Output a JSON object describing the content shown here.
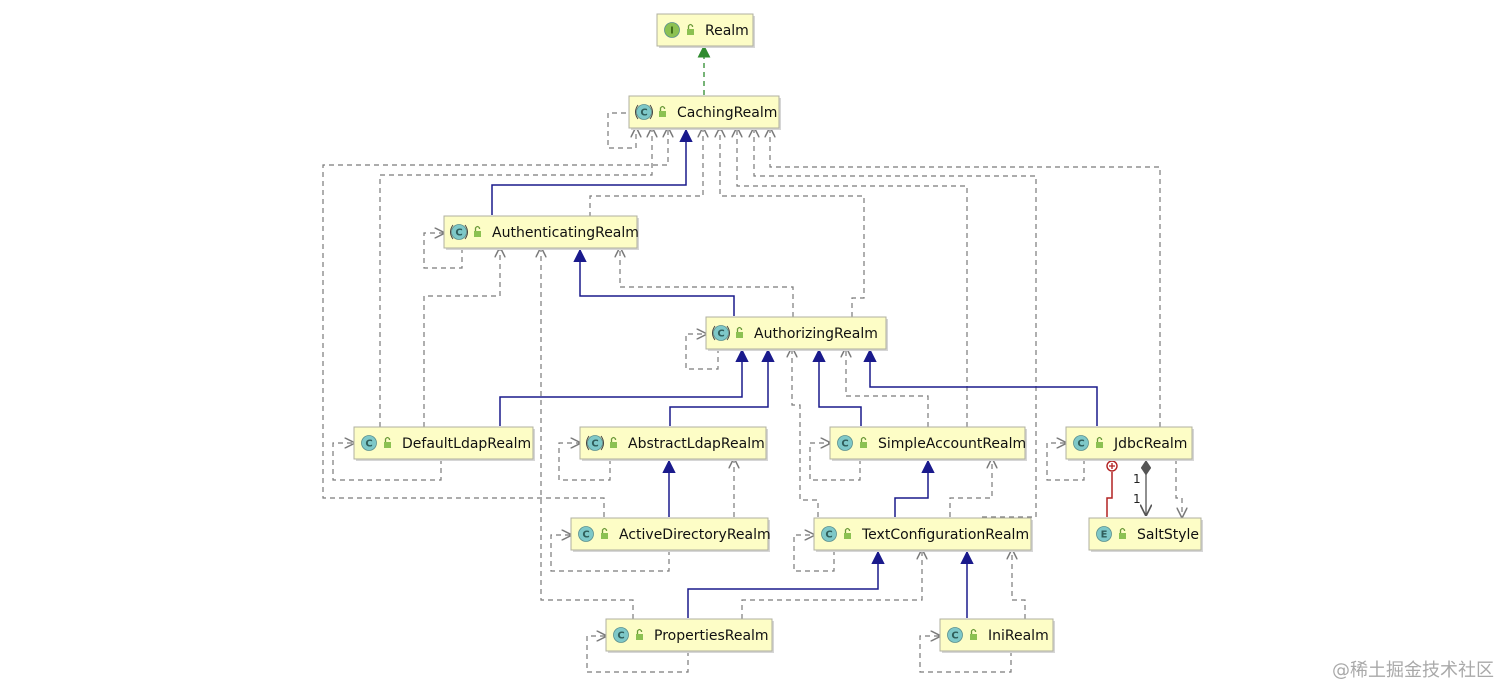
{
  "nodes": [
    {
      "id": "realm",
      "kind": "I",
      "label": "Realm"
    },
    {
      "id": "caching",
      "kind": "C",
      "abstract": true,
      "label": "CachingRealm"
    },
    {
      "id": "authenticating",
      "kind": "C",
      "abstract": true,
      "label": "AuthenticatingRealm"
    },
    {
      "id": "authorizing",
      "kind": "C",
      "abstract": true,
      "label": "AuthorizingRealm"
    },
    {
      "id": "defaultldap",
      "kind": "C",
      "abstract": false,
      "label": "DefaultLdapRealm"
    },
    {
      "id": "abstractldap",
      "kind": "C",
      "abstract": true,
      "label": "AbstractLdapRealm"
    },
    {
      "id": "simpleaccount",
      "kind": "C",
      "abstract": false,
      "label": "SimpleAccountRealm"
    },
    {
      "id": "jdbc",
      "kind": "C",
      "abstract": false,
      "label": "JdbcRealm"
    },
    {
      "id": "activedirectory",
      "kind": "C",
      "abstract": false,
      "label": "ActiveDirectoryRealm"
    },
    {
      "id": "textconfig",
      "kind": "C",
      "abstract": false,
      "label": "TextConfigurationRealm"
    },
    {
      "id": "saltstyle",
      "kind": "E",
      "label": "SaltStyle"
    },
    {
      "id": "properties",
      "kind": "C",
      "abstract": false,
      "label": "PropertiesRealm"
    },
    {
      "id": "ini",
      "kind": "C",
      "abstract": false,
      "label": "IniRealm"
    }
  ],
  "edges": [
    {
      "from": "caching",
      "to": "realm",
      "type": "implements"
    },
    {
      "from": "authenticating",
      "to": "caching",
      "type": "extends"
    },
    {
      "from": "authorizing",
      "to": "authenticating",
      "type": "extends"
    },
    {
      "from": "defaultldap",
      "to": "authorizing",
      "type": "extends"
    },
    {
      "from": "abstractldap",
      "to": "authorizing",
      "type": "extends"
    },
    {
      "from": "simpleaccount",
      "to": "authorizing",
      "type": "extends"
    },
    {
      "from": "jdbc",
      "to": "authorizing",
      "type": "extends"
    },
    {
      "from": "activedirectory",
      "to": "abstractldap",
      "type": "extends"
    },
    {
      "from": "textconfig",
      "to": "simpleaccount",
      "type": "extends"
    },
    {
      "from": "properties",
      "to": "textconfig",
      "type": "extends"
    },
    {
      "from": "ini",
      "to": "textconfig",
      "type": "extends"
    },
    {
      "from": "saltstyle",
      "to": "jdbc",
      "type": "inner"
    },
    {
      "from": "jdbc",
      "to": "saltstyle",
      "type": "composition",
      "multiplicity_from": "1",
      "multiplicity_to": "1"
    }
  ],
  "multiplicities": [
    "1",
    "1"
  ],
  "watermark": "@稀土掘金技术社区",
  "colors": {
    "node_fill": "#fdfdc6",
    "class_badge": "#7ec8c8",
    "interface_badge": "#8cc152",
    "enum_badge": "#7ec8c8",
    "inheritance": "#1a1a8c",
    "implementation": "#2e8b2e",
    "dependency": "#7a7a7a",
    "inner_class": "#b22222"
  }
}
